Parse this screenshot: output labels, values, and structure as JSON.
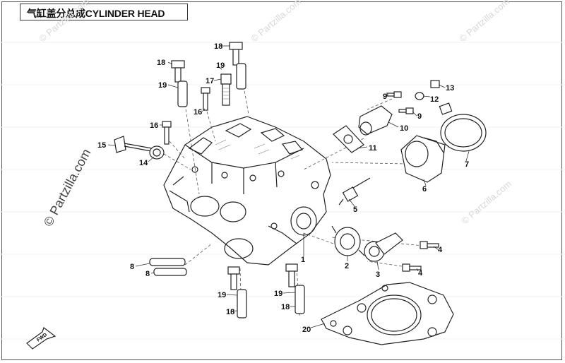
{
  "title": "气缸盖分总成CYLINDER HEAD",
  "watermark_text": "© Partzilla.com",
  "fwd_label": "FWD",
  "callouts": {
    "c1": "1",
    "c2": "2",
    "c3": "3",
    "c4a": "4",
    "c4b": "4",
    "c5": "5",
    "c6": "6",
    "c7": "7",
    "c8a": "8",
    "c8b": "8",
    "c9a": "9",
    "c9b": "9",
    "c10": "10",
    "c11": "11",
    "c12": "12",
    "c13": "13",
    "c14": "14",
    "c15": "15",
    "c16a": "16",
    "c16b": "16",
    "c17": "17",
    "c18a": "18",
    "c18b": "18",
    "c18c": "18",
    "c18d": "18",
    "c19a": "19",
    "c19b": "19",
    "c19c": "19",
    "c19d": "19",
    "c20": "20"
  }
}
